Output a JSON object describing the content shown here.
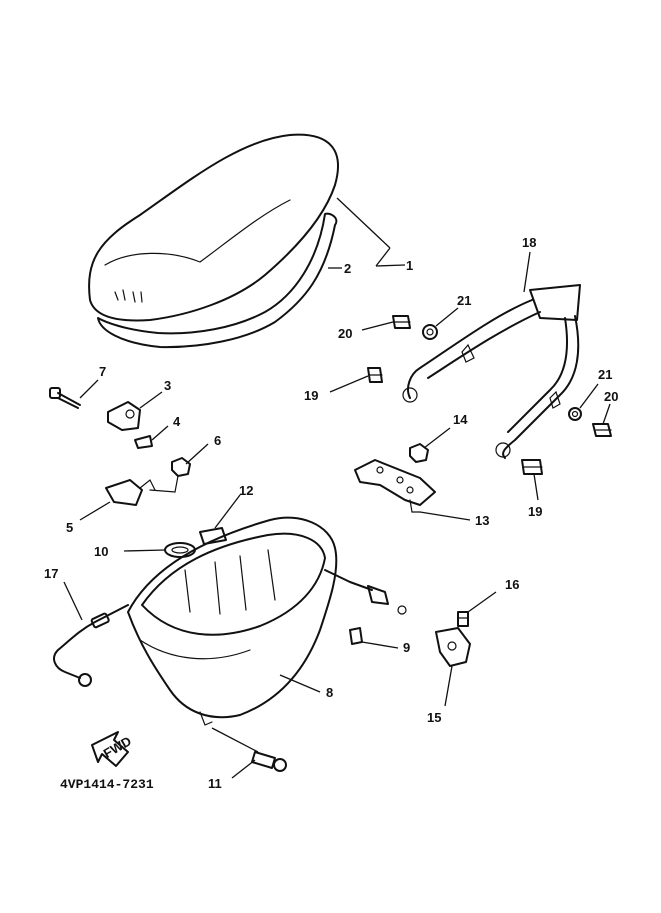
{
  "diagram": {
    "part_code": "4VP1414-7231",
    "fwd_label": "FWD",
    "callouts": [
      "1",
      "2",
      "3",
      "4",
      "5",
      "6",
      "7",
      "8",
      "9",
      "10",
      "11",
      "12",
      "13",
      "14",
      "15",
      "16",
      "17",
      "18",
      "19",
      "19",
      "20",
      "20",
      "21",
      "21"
    ]
  }
}
